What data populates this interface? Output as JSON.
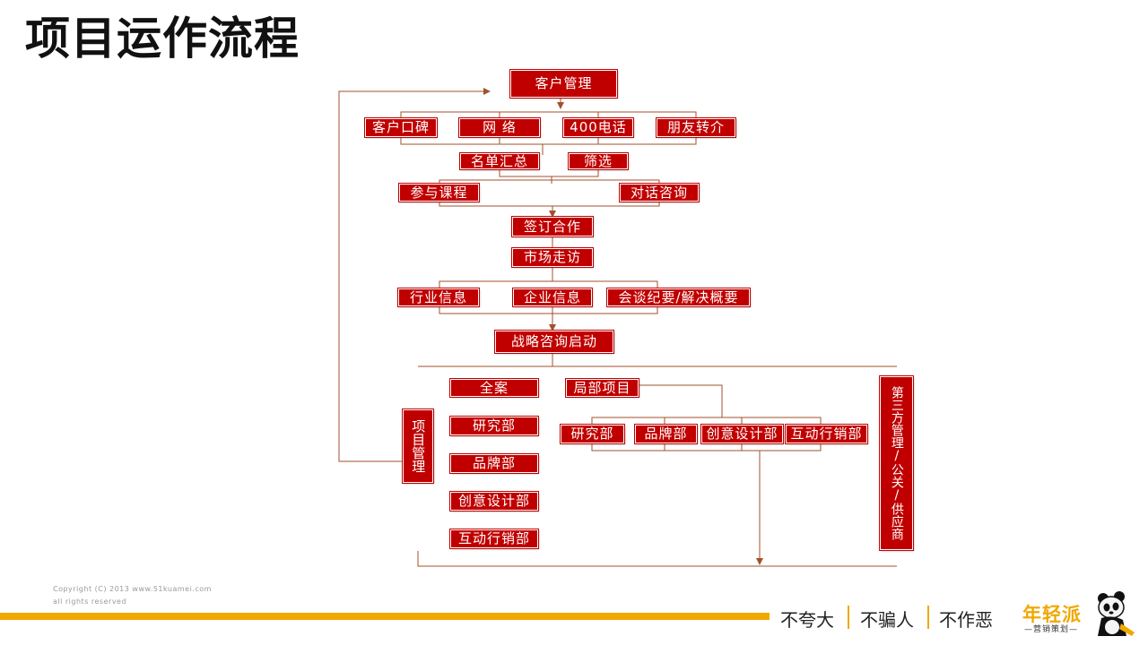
{
  "slide": {
    "title": "项目运作流程"
  },
  "flow": {
    "customer_management": "客户管理",
    "channels": {
      "word_of_mouth": "客户口碑",
      "network": "网  络",
      "hotline": "400电话",
      "referral": "朋友转介"
    },
    "list_summary": "名单汇总",
    "screening": "筛选",
    "attend_course": "参与课程",
    "dialogue_consulting": "对话咨询",
    "sign_cooperation": "签订合作",
    "market_visit": "市场走访",
    "industry_info": "行业信息",
    "enterprise_info": "企业信息",
    "meeting_minutes": "会谈纪要/解决概要",
    "strategy_kickoff": "战略咨询启动",
    "project_management": "项目管理",
    "full_case": "全案",
    "full_case_departments": {
      "research": "研究部",
      "brand": "品牌部",
      "creative_design": "创意设计部",
      "interactive_marketing": "互动行销部"
    },
    "partial_project": "局部项目",
    "partial_departments": {
      "research": "研究部",
      "brand": "品牌部",
      "creative_design": "创意设计部",
      "interactive_marketing": "互动行销部"
    },
    "third_party": "第三方管理/公关/供应商"
  },
  "footer": {
    "copyright_line1": "Copyright (C) 2013 www.51kuamei.com",
    "copyright_line2": "all rights reserved",
    "slogans": [
      "不夸大",
      "不骗人",
      "不作恶"
    ],
    "logo_text": "年轻派",
    "logo_subtext": "—营销策划—"
  },
  "colors": {
    "box_fill": "#c00000",
    "connector": "#a0522d",
    "accent_bar": "#f0a800"
  },
  "icons": {
    "mascot": "panda-icon"
  }
}
